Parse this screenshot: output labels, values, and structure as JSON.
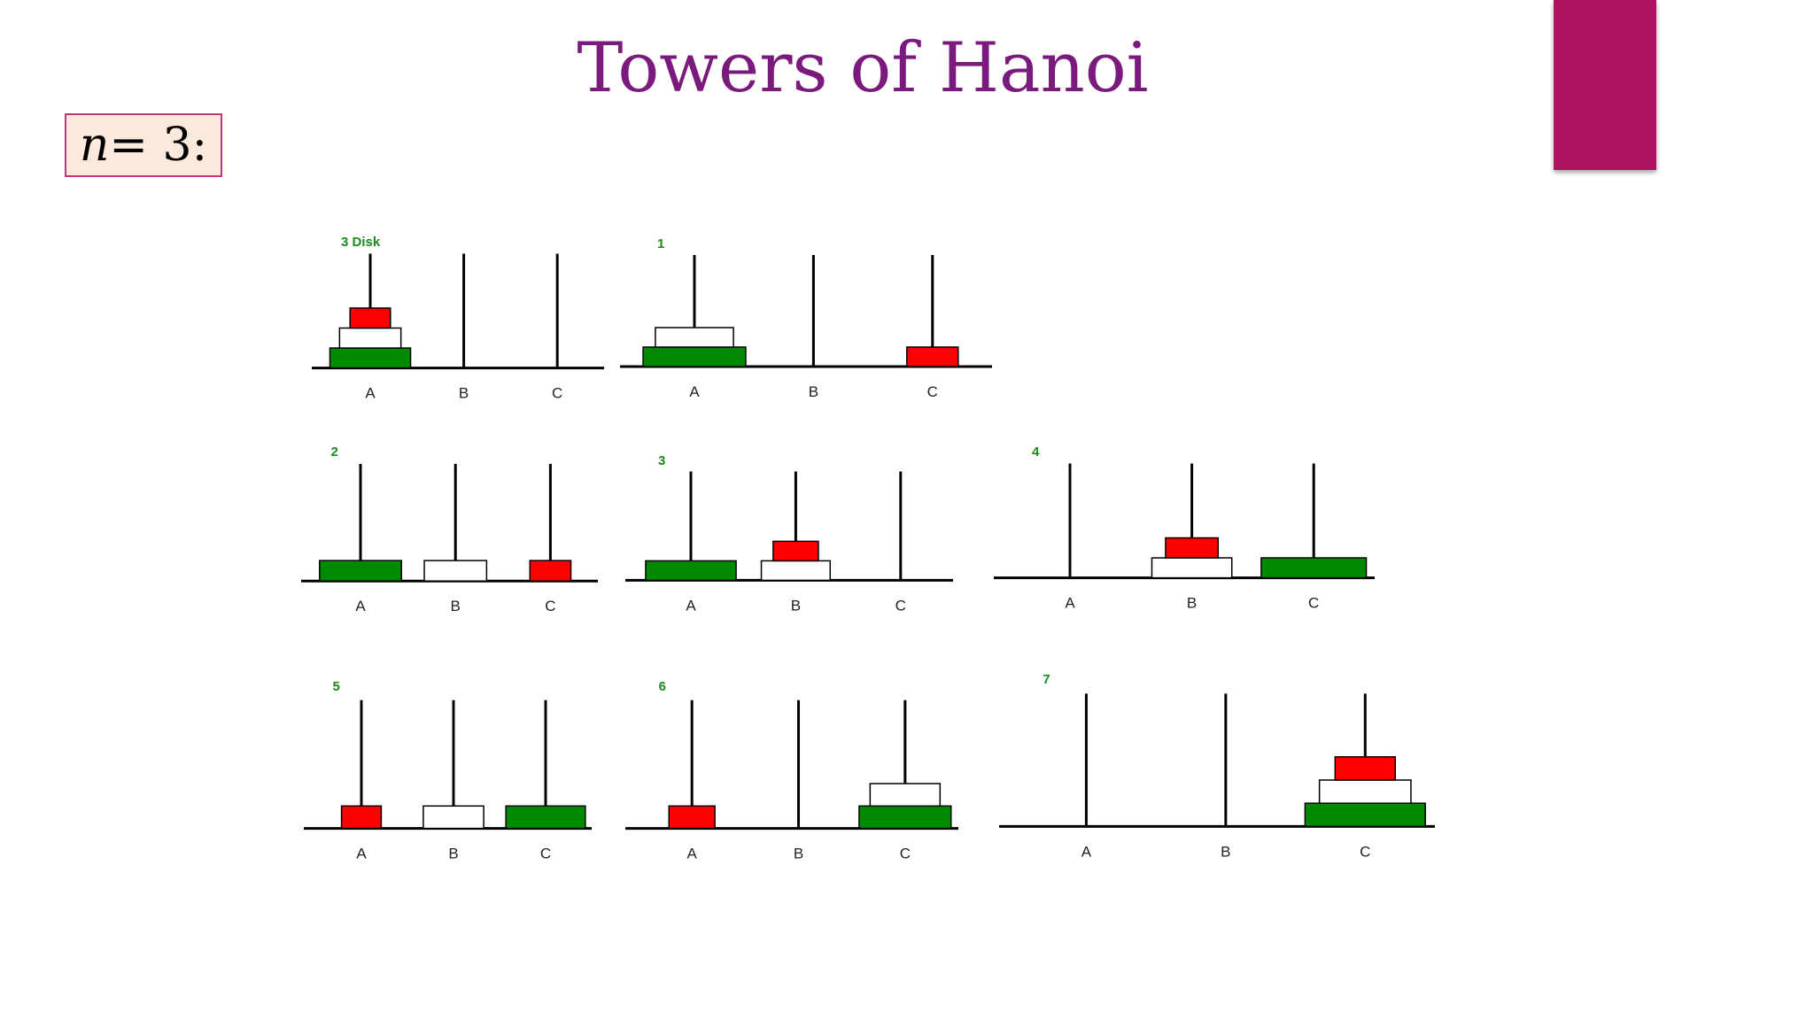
{
  "slide": {
    "title": "Towers of Hanoi",
    "n_label": {
      "var": "n",
      "rest": " = 3:"
    },
    "accent_color": "#b0135f",
    "title_color": "#7a1a7d"
  },
  "disk_colors": {
    "small": "#ff0000",
    "medium": "#ffffff",
    "large": "#008a00"
  },
  "pegs": [
    "A",
    "B",
    "C"
  ],
  "steps": [
    {
      "label": "3 Disk",
      "A": [
        "large",
        "medium",
        "small"
      ],
      "B": [],
      "C": []
    },
    {
      "label": "1",
      "A": [
        "large",
        "medium"
      ],
      "B": [],
      "C": [
        "small"
      ]
    },
    {
      "label": "2",
      "A": [
        "large"
      ],
      "B": [
        "medium"
      ],
      "C": [
        "small"
      ]
    },
    {
      "label": "3",
      "A": [
        "large"
      ],
      "B": [
        "medium",
        "small"
      ],
      "C": []
    },
    {
      "label": "4",
      "A": [],
      "B": [
        "medium",
        "small"
      ],
      "C": [
        "large"
      ]
    },
    {
      "label": "5",
      "A": [
        "small"
      ],
      "B": [
        "medium"
      ],
      "C": [
        "large"
      ]
    },
    {
      "label": "6",
      "A": [
        "small"
      ],
      "B": [],
      "C": [
        "large",
        "medium"
      ]
    },
    {
      "label": "7",
      "A": [],
      "B": [],
      "C": [
        "large",
        "medium",
        "small"
      ]
    }
  ]
}
